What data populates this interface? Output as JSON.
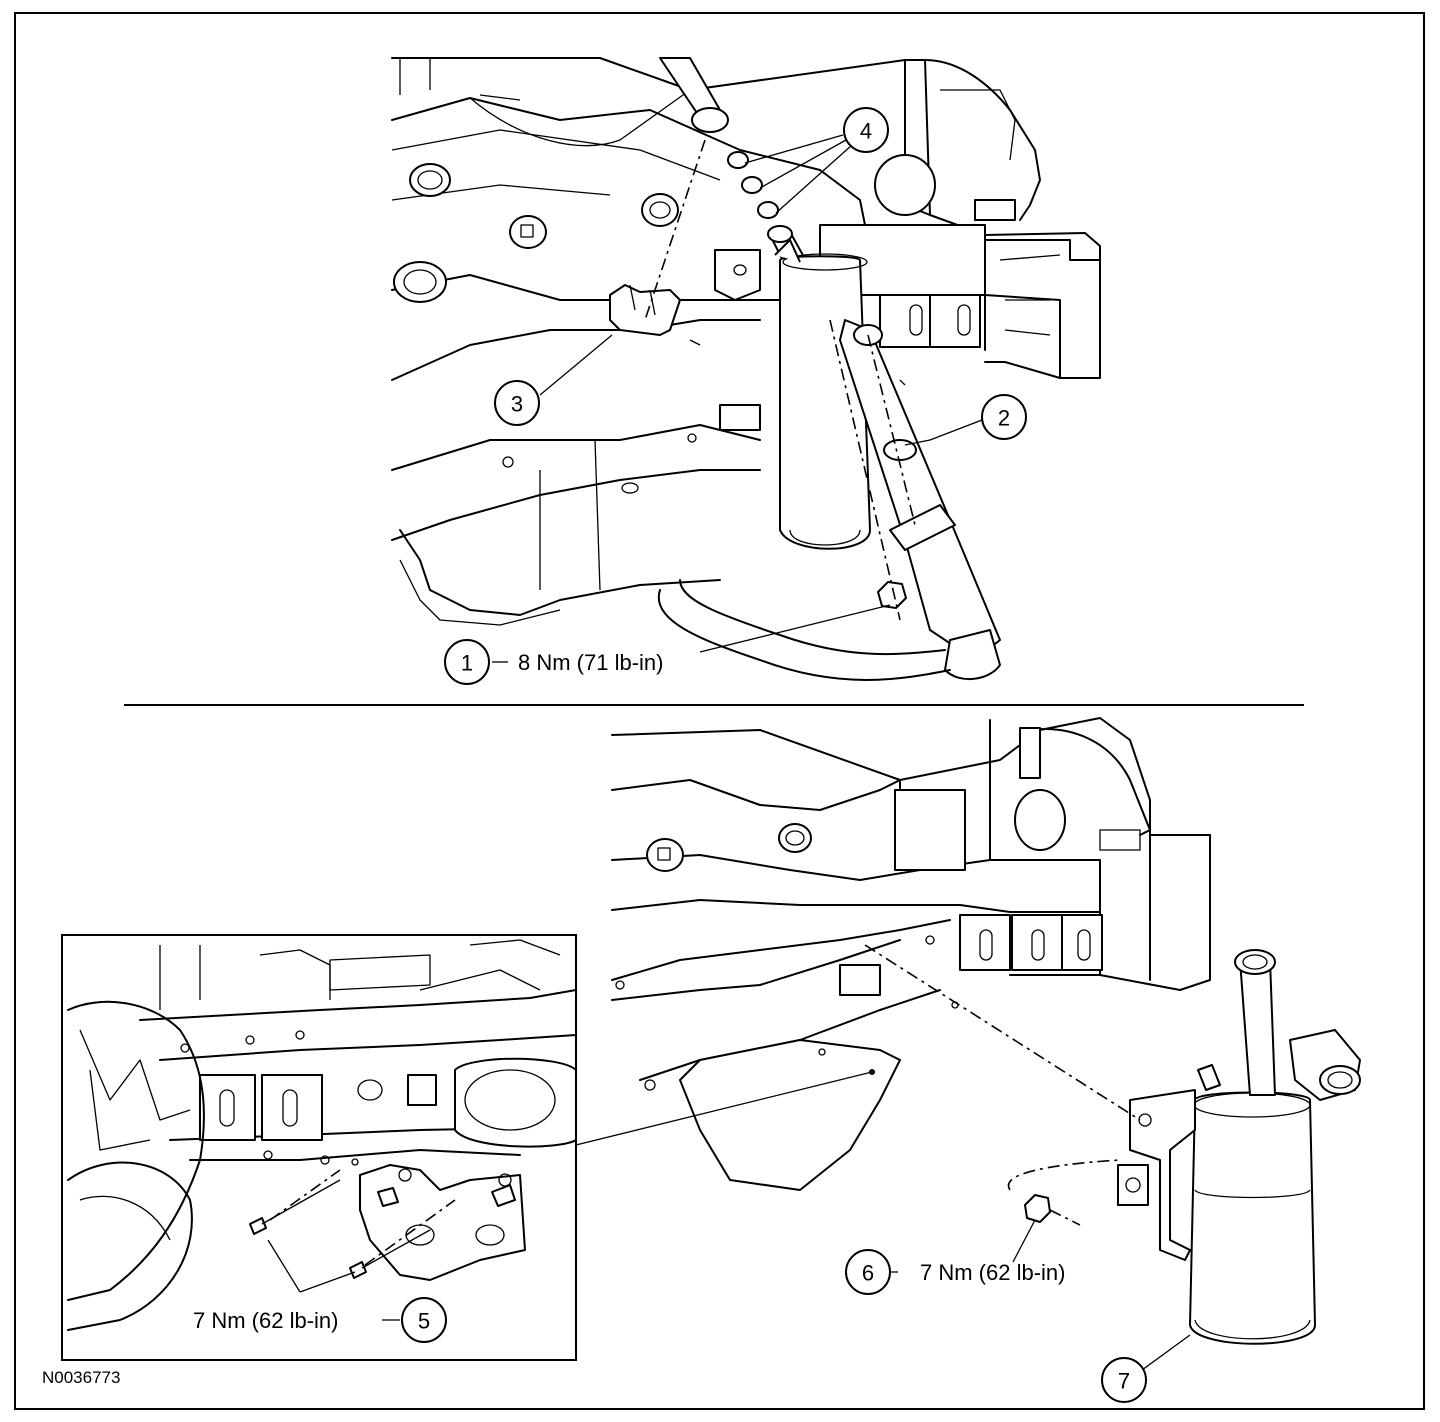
{
  "figure_id": "N0036773",
  "callouts": [
    {
      "number": "1",
      "text": "8 Nm (71 lb-in)"
    },
    {
      "number": "2",
      "text": ""
    },
    {
      "number": "3",
      "text": ""
    },
    {
      "number": "4",
      "text": ""
    },
    {
      "number": "5",
      "text": "7 Nm (62 lb-in)"
    },
    {
      "number": "6",
      "text": "7 Nm (62 lb-in)"
    },
    {
      "number": "7",
      "text": ""
    }
  ]
}
